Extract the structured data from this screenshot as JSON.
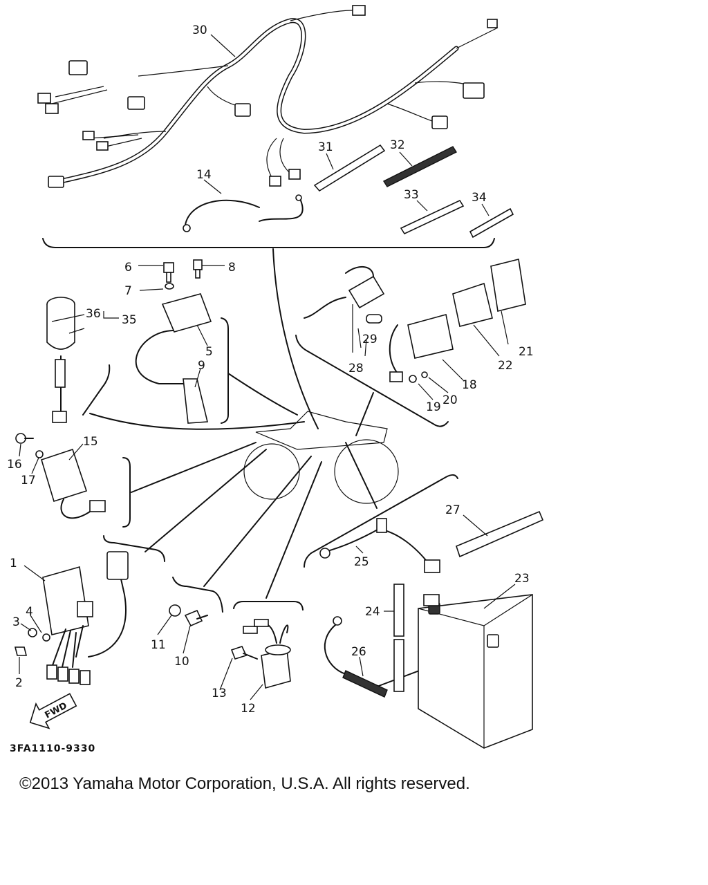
{
  "diagram": {
    "callouts": [
      "1",
      "2",
      "3",
      "4",
      "5",
      "6",
      "7",
      "8",
      "9",
      "10",
      "11",
      "12",
      "13",
      "14",
      "15",
      "16",
      "17",
      "18",
      "19",
      "20",
      "21",
      "22",
      "23",
      "24",
      "25",
      "26",
      "27",
      "28",
      "29",
      "30",
      "31",
      "32",
      "33",
      "34",
      "35",
      "36"
    ],
    "fwd_label": "FWD",
    "code": "3FA1110-9330"
  },
  "footer": {
    "copyright": "©2013 Yamaha Motor Corporation, U.S.A. All rights reserved."
  }
}
